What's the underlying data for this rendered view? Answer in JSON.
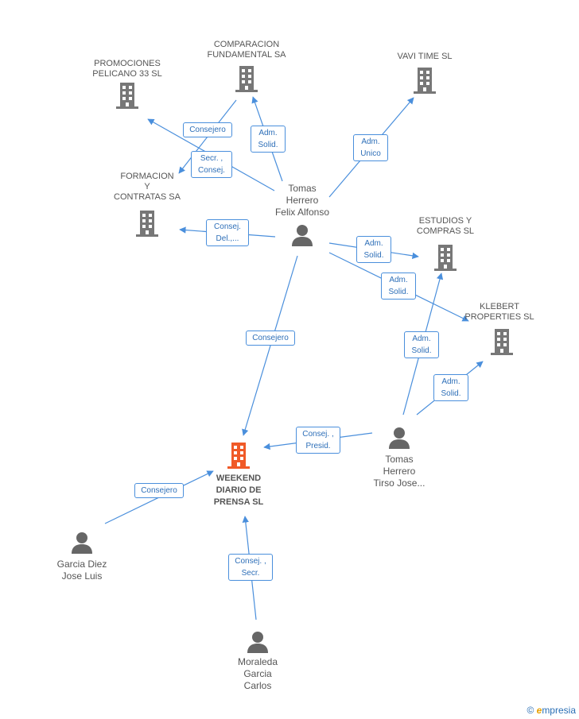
{
  "colors": {
    "edge": "#4a8fdc",
    "building": "#777777",
    "main_building": "#f05a28",
    "person": "#666666"
  },
  "nodes": {
    "promociones": {
      "label": "PROMOCIONES\nPELICANO 33 SL",
      "icon": "building-icon"
    },
    "comparacion": {
      "label": "COMPARACION\nFUNDAMENTAL SA",
      "icon": "building-icon"
    },
    "vavi": {
      "label": "VAVI TIME  SL",
      "icon": "building-icon"
    },
    "formacion": {
      "label": "FORMACION\nY\nCONTRATAS SA",
      "icon": "building-icon"
    },
    "estudios": {
      "label": "ESTUDIOS Y\nCOMPRAS SL",
      "icon": "building-icon"
    },
    "klebert": {
      "label": "KLEBERT\nPROPERTIES  SL",
      "icon": "building-icon"
    },
    "weekend": {
      "label": "WEEKEND\nDIARIO DE\nPRENSA SL",
      "icon": "building-icon"
    },
    "tomas_felix": {
      "label": "Tomas\nHerrero\nFelix Alfonso",
      "icon": "person-icon"
    },
    "tomas_tirso": {
      "label": "Tomas\nHerrero\nTirso Jose...",
      "icon": "person-icon"
    },
    "garcia": {
      "label": "Garcia Diez\nJose Luis",
      "icon": "person-icon"
    },
    "moraleda": {
      "label": "Moraleda\nGarcia\nCarlos",
      "icon": "person-icon"
    }
  },
  "edges": {
    "felix_promociones": "Consejero",
    "felix_formacion_sec": "Secr. ,\nConsej.",
    "felix_comparacion": "Adm.\nSolid.",
    "felix_vavi": "Adm.\nUnico",
    "felix_formacion": "Consej.\nDel.,...",
    "felix_estudios": "Adm.\nSolid.",
    "felix_klebert": "Adm.\nSolid.",
    "felix_weekend": "Consejero",
    "tirso_estudios": "Adm.\nSolid.",
    "tirso_klebert": "Adm.\nSolid.",
    "tirso_weekend": "Consej. ,\nPresid.",
    "garcia_weekend": "Consejero",
    "moraleda_weekend": "Consej. ,\nSecr."
  },
  "footer": {
    "copyright": "©",
    "brand_initial": "e",
    "brand_rest": "mpresia"
  }
}
